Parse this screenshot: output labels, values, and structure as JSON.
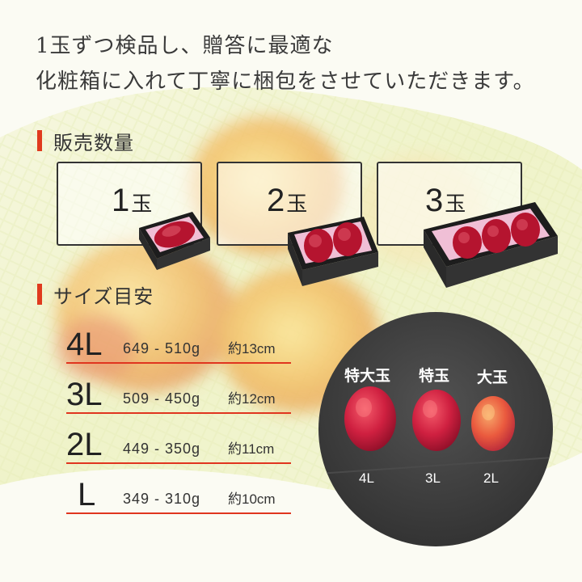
{
  "intro": {
    "line1": "1玉ずつ検品し、贈答に最適な",
    "line2": "化粧箱に入れて丁寧に梱包をさせていただきます。"
  },
  "sales_quantity": {
    "heading": "販売数量",
    "options": [
      {
        "number": "1",
        "unit": "玉"
      },
      {
        "number": "2",
        "unit": "玉"
      },
      {
        "number": "3",
        "unit": "玉"
      }
    ]
  },
  "size_guide": {
    "heading": "サイズ目安",
    "rows": [
      {
        "size": "4L",
        "weight": "649 - 510g",
        "diameter": "約13cm"
      },
      {
        "size": "3L",
        "weight": "509 - 450g",
        "diameter": "約12cm"
      },
      {
        "size": "2L",
        "weight": "449 - 350g",
        "diameter": "約11cm"
      },
      {
        "size": "L",
        "weight": "349 - 310g",
        "diameter": "約10cm"
      }
    ]
  },
  "comparison": {
    "items": [
      {
        "label": "特大玉",
        "size": "4L"
      },
      {
        "label": "特玉",
        "size": "3L"
      },
      {
        "label": "大玉",
        "size": "2L"
      }
    ]
  },
  "colors": {
    "accent": "#e03a1e",
    "rule": "#e0351f",
    "mango_red": "#c8203a"
  }
}
